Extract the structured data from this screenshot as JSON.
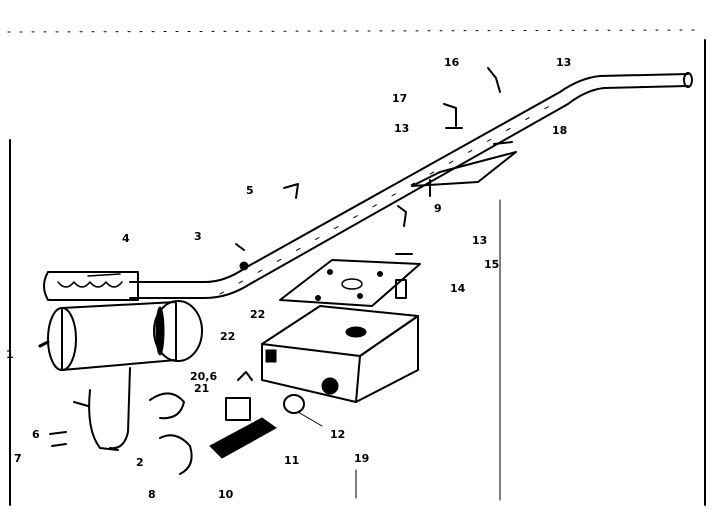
{
  "diagram": {
    "callouts": [
      "1",
      "2",
      "3",
      "4",
      "5",
      "6",
      "7",
      "8",
      "9",
      "10",
      "11",
      "12",
      "13",
      "14",
      "15",
      "16",
      "17",
      "18",
      "19",
      "20,6",
      "21",
      "22"
    ]
  }
}
